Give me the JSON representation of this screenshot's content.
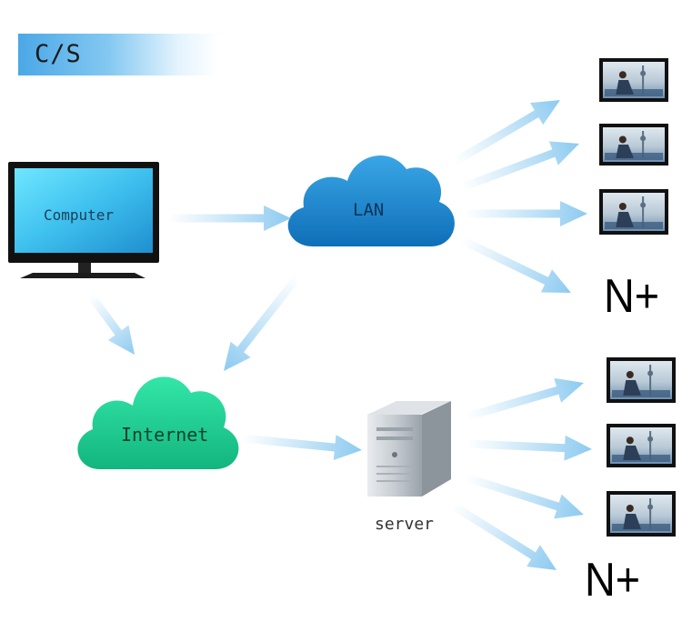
{
  "title": "C/S",
  "nodes": {
    "computer": "Computer",
    "lan": "LAN",
    "internet": "Internet",
    "server": "server"
  },
  "lan_group": {
    "terminal_count": 3,
    "overflow_label": "N+"
  },
  "server_group": {
    "terminal_count": 3,
    "overflow_label": "N+"
  },
  "colors": {
    "lan_cloud": "#1f8fd6",
    "internet_cloud": "#1fd69a",
    "arrow": "#9fd2f2",
    "title_band": "#4aa8e6"
  }
}
